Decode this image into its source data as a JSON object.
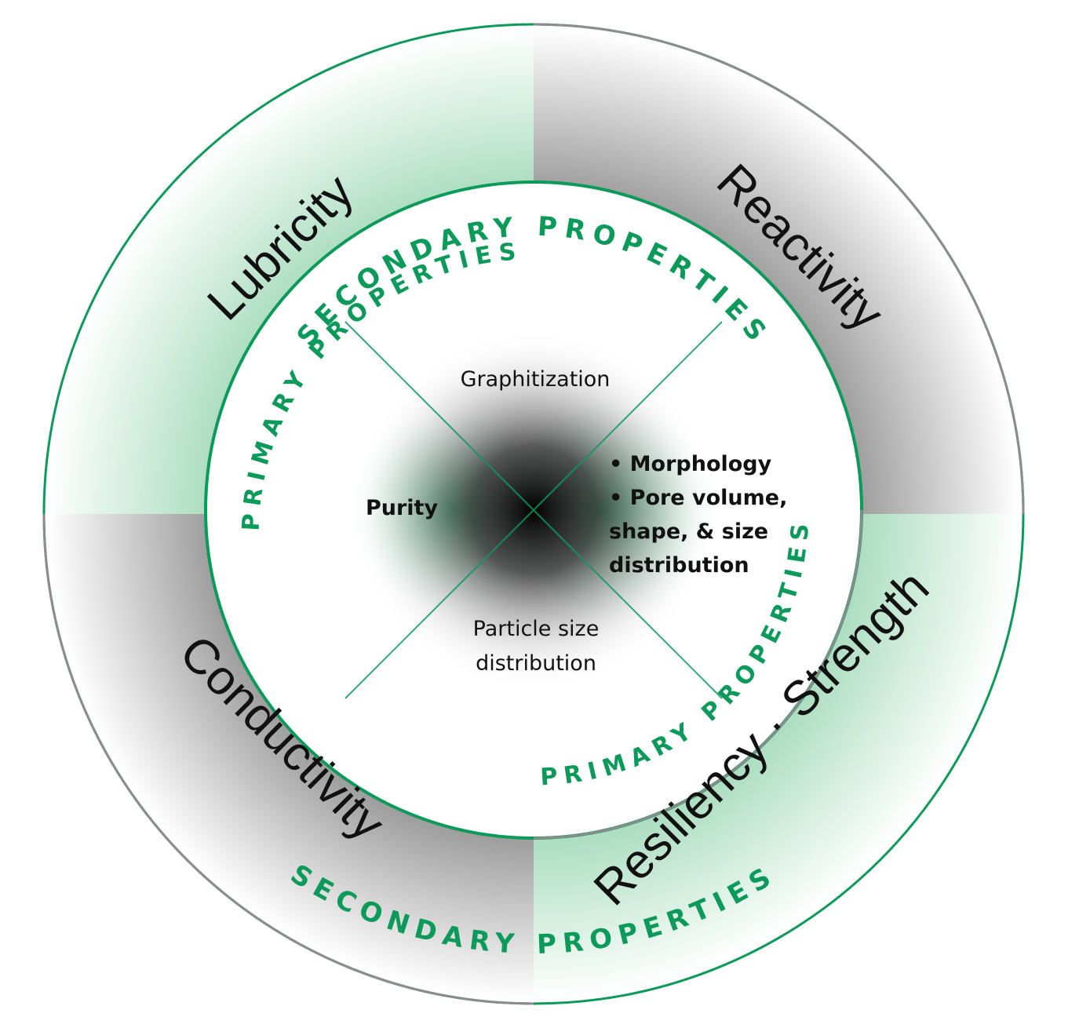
{
  "colors": {
    "accent_green": "#0c9a5a",
    "ring_green_light": "#bfe6cf",
    "ring_gray": "#b9b9b9",
    "dark_center": "#1a1a1a",
    "text_black": "#111111"
  },
  "secondary_ring": {
    "label_top": "SECONDARY PROPERTIES",
    "label_bottom": "SECONDARY PROPERTIES",
    "quadrants": {
      "top_left": "Lubricity",
      "top_right": "Reactivity",
      "bottom_left": "Conductivity",
      "bottom_right": "Resiliency · Strength"
    }
  },
  "primary_ring": {
    "label_top_left": "PRIMARY PROPERTIES",
    "label_bottom_right": "PRIMARY PROPERTIES"
  },
  "core": {
    "top": "Graphitization",
    "left": "Purity",
    "right_items": [
      "• Morphology",
      "• Pore volume,",
      "shape, & size",
      "distribution"
    ],
    "bottom_lines": [
      "Particle size",
      "distribution"
    ]
  }
}
